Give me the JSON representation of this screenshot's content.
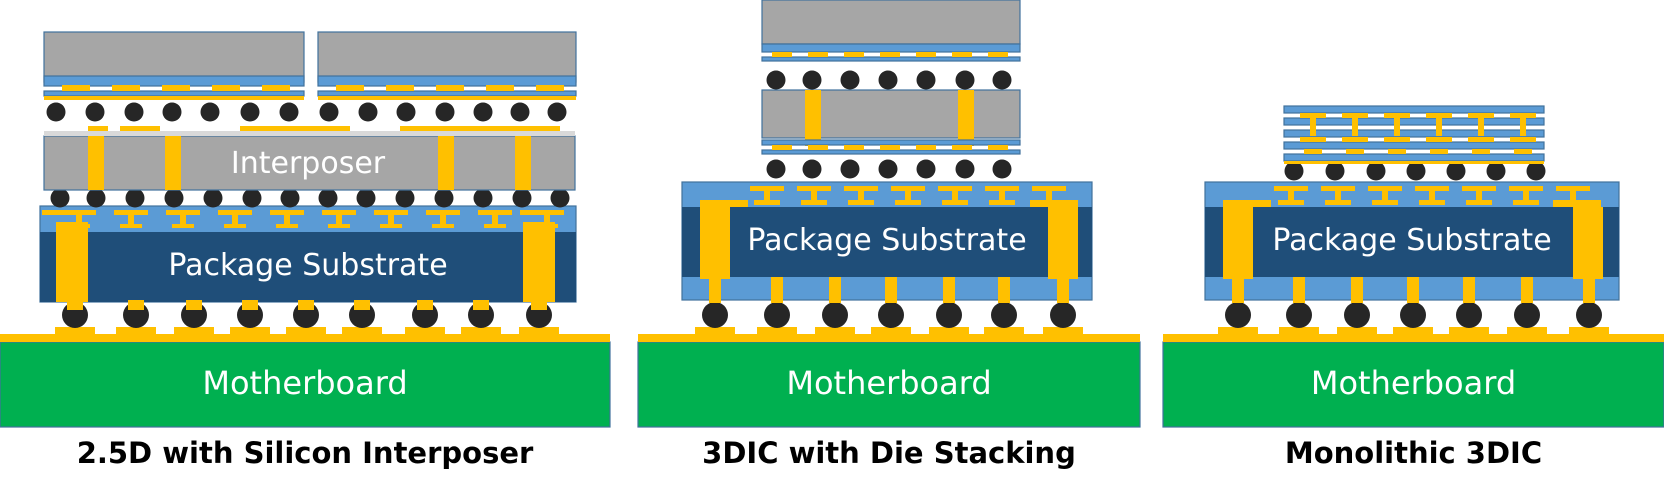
{
  "colors": {
    "motherboard": "#00b050",
    "substrate_dark": "#1f4e79",
    "substrate_light": "#5b9bd5",
    "die": "#a6a6a6",
    "metal": "#ffc000",
    "bump": "#262626"
  },
  "panels": [
    {
      "caption": "2.5D with Silicon Interposer",
      "motherboard_label": "Motherboard",
      "substrate_label": "Package Substrate",
      "interposer_label": "Interposer"
    },
    {
      "caption": "3DIC with Die Stacking",
      "motherboard_label": "Motherboard",
      "substrate_label": "Package Substrate"
    },
    {
      "caption": "Monolithic 3DIC",
      "motherboard_label": "Motherboard",
      "substrate_label": "Package Substrate"
    }
  ]
}
